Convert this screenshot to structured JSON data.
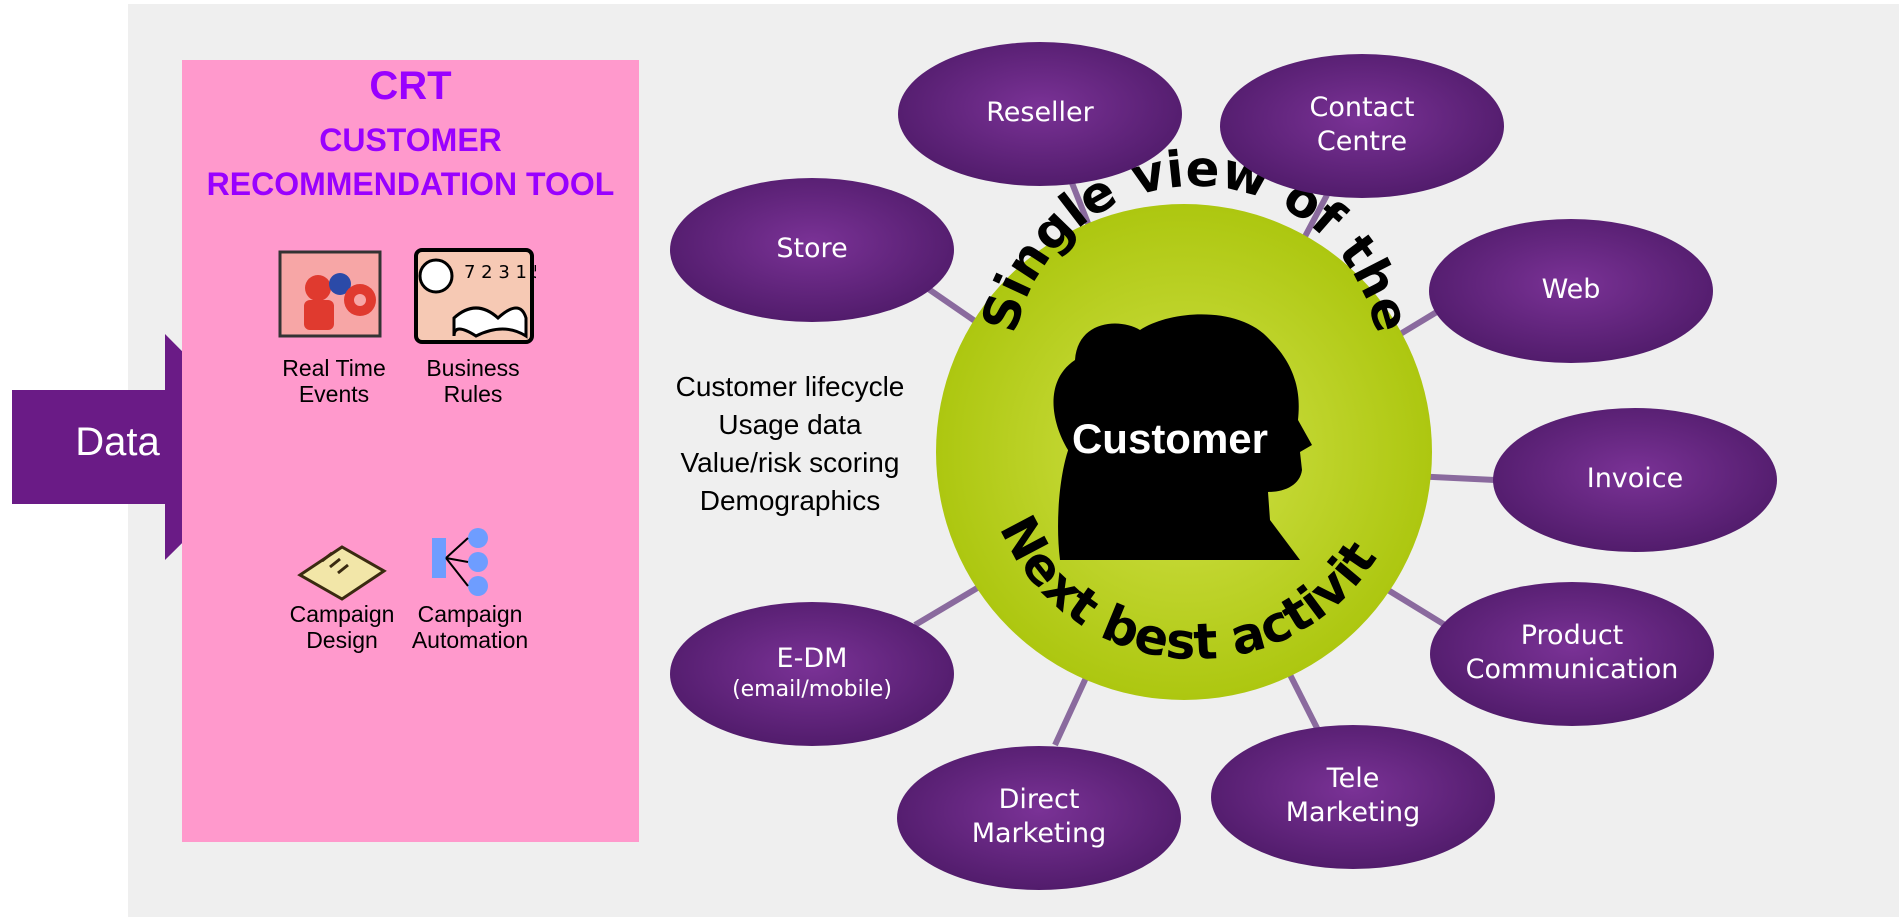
{
  "data_arrow": {
    "label": "Data"
  },
  "crt": {
    "title": "CRT",
    "subtitle_line1": "CUSTOMER",
    "subtitle_line2": "RECOMMENDATION TOOL",
    "tools": [
      {
        "line1": "Real Time",
        "line2": "Events",
        "icon": "gears-person-icon"
      },
      {
        "line1": "Business",
        "line2": "Rules",
        "icon": "book-numbers-icon"
      },
      {
        "line1": "Campaign",
        "line2": "Design",
        "icon": "notebook-icon"
      },
      {
        "line1": "Campaign",
        "line2": "Automation",
        "icon": "hierarchy-icon"
      }
    ]
  },
  "data_list": [
    "Customer lifecycle",
    "Usage data",
    "Value/risk scoring",
    "Demographics"
  ],
  "center": {
    "top_arc": "Single view of the",
    "label": "Customer",
    "bottom_arc": "Next best activity"
  },
  "channels": [
    {
      "lines": [
        "Reseller"
      ]
    },
    {
      "lines": [
        "Contact",
        "Centre"
      ]
    },
    {
      "lines": [
        "Store"
      ]
    },
    {
      "lines": [
        "Web"
      ]
    },
    {
      "lines": [
        "Invoice"
      ]
    },
    {
      "lines": [
        "Product",
        "Communication"
      ]
    },
    {
      "lines": [
        "Tele",
        "Marketing"
      ]
    },
    {
      "lines": [
        "Direct",
        "Marketing"
      ]
    },
    {
      "lines": [
        "E-DM",
        "(email/mobile)"
      ]
    }
  ],
  "colors": {
    "crt_panel": "#ff99cc",
    "crt_title": "#9900ff",
    "node_purple": "#5b1f7a",
    "center_green": "#b4cd0e",
    "arrow_purple": "#6a1b86"
  }
}
